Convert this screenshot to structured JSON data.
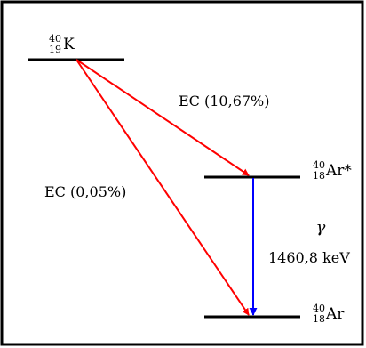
{
  "nuclides": {
    "k40": {
      "mass": "40",
      "atomic": "19",
      "symbol": "K"
    },
    "ar40_excited": {
      "mass": "40",
      "atomic": "18",
      "symbol": "Ar*"
    },
    "ar40_ground": {
      "mass": "40",
      "atomic": "18",
      "symbol": "Ar"
    }
  },
  "transitions": {
    "ec_excited": {
      "label": "EC (10,67%)"
    },
    "ec_ground": {
      "label": "EC (0,05%)"
    },
    "gamma": {
      "symbol": "γ",
      "energy": "1460,8 keV"
    }
  },
  "colors": {
    "level": "#000000",
    "electron_capture": "#ff0000",
    "gamma": "#0000ff",
    "frame": "#000000"
  }
}
